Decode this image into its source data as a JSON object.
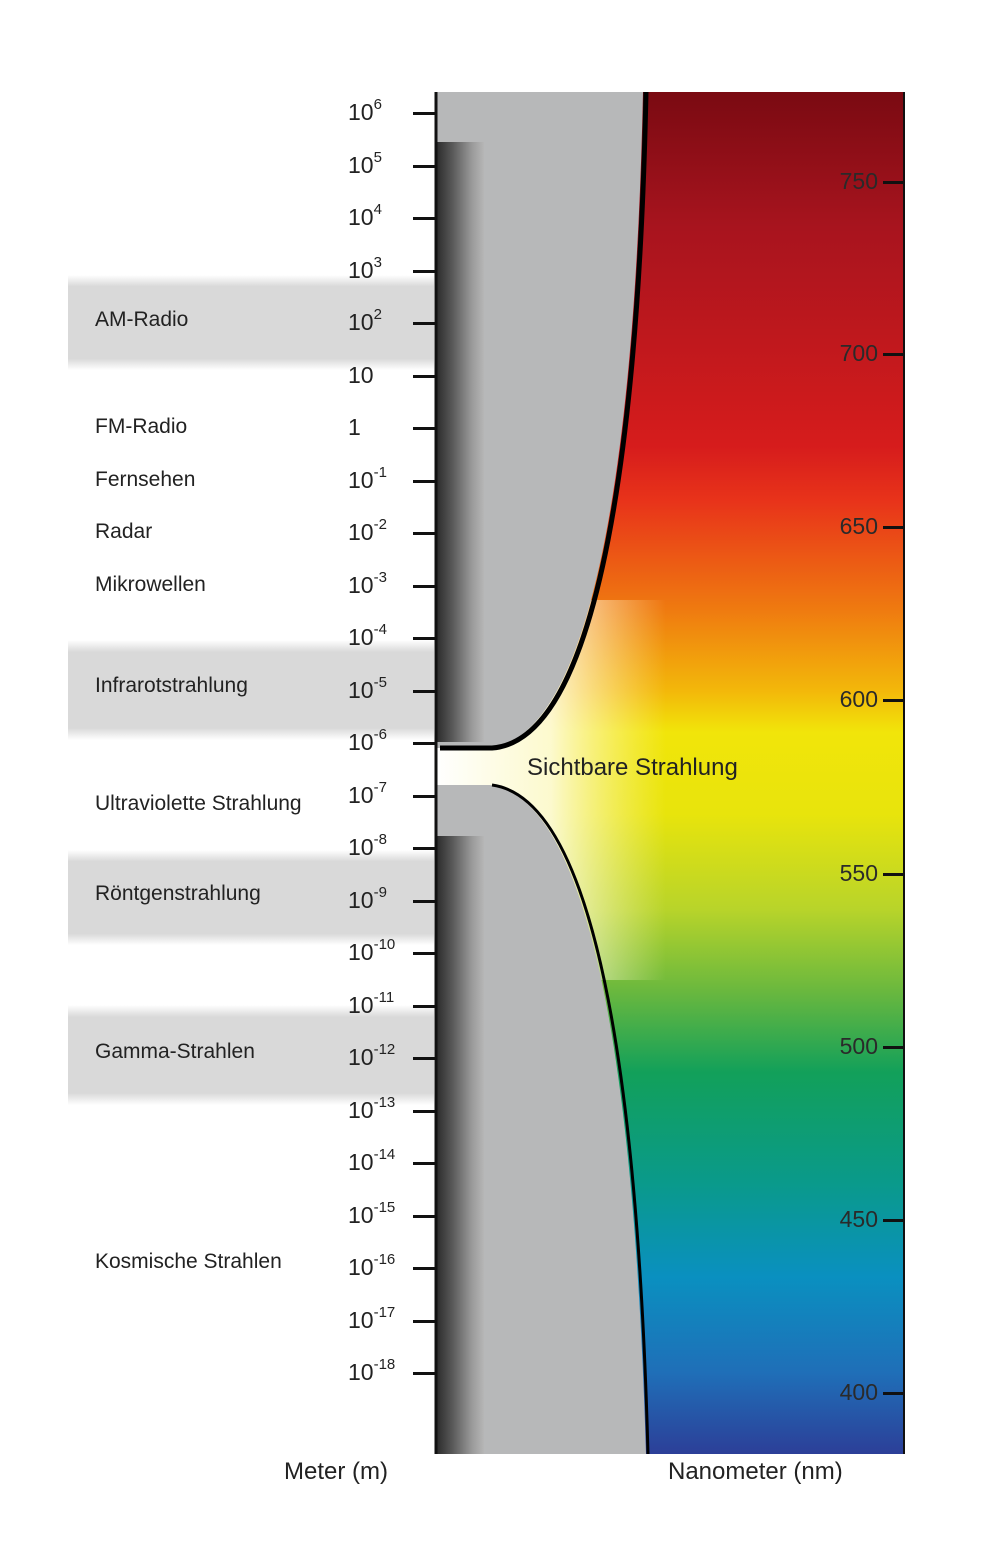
{
  "regions": [
    {
      "key": "am",
      "label": "AM-Radio",
      "band": true
    },
    {
      "key": "fm",
      "label": "FM-Radio",
      "band": false
    },
    {
      "key": "tv",
      "label": "Fernsehen",
      "band": false
    },
    {
      "key": "radar",
      "label": "Radar",
      "band": false
    },
    {
      "key": "micro",
      "label": "Mikrowellen",
      "band": false
    },
    {
      "key": "ir",
      "label": "Infrarotstrahlung",
      "band": true
    },
    {
      "key": "uv",
      "label": "Ultraviolette Strahlung",
      "band": false
    },
    {
      "key": "xray",
      "label": "Röntgenstrahlung",
      "band": true
    },
    {
      "key": "gamma",
      "label": "Gamma-Strahlen",
      "band": true
    },
    {
      "key": "cosmic",
      "label": "Kosmische Strahlen",
      "band": false
    }
  ],
  "meter_ticks": [
    {
      "base": "10",
      "exp": "6"
    },
    {
      "base": "10",
      "exp": "5"
    },
    {
      "base": "10",
      "exp": "4"
    },
    {
      "base": "10",
      "exp": "3"
    },
    {
      "base": "10",
      "exp": "2"
    },
    {
      "base": "10",
      "exp": ""
    },
    {
      "base": "1",
      "exp": ""
    },
    {
      "base": "10",
      "exp": "-1"
    },
    {
      "base": "10",
      "exp": "-2"
    },
    {
      "base": "10",
      "exp": "-3"
    },
    {
      "base": "10",
      "exp": "-4"
    },
    {
      "base": "10",
      "exp": "-5"
    },
    {
      "base": "10",
      "exp": "-6"
    },
    {
      "base": "10",
      "exp": "-7"
    },
    {
      "base": "10",
      "exp": "-8"
    },
    {
      "base": "10",
      "exp": "-9"
    },
    {
      "base": "10",
      "exp": "-10"
    },
    {
      "base": "10",
      "exp": "-11"
    },
    {
      "base": "10",
      "exp": "-12"
    },
    {
      "base": "10",
      "exp": "-13"
    },
    {
      "base": "10",
      "exp": "-14"
    },
    {
      "base": "10",
      "exp": "-15"
    },
    {
      "base": "10",
      "exp": "-16"
    },
    {
      "base": "10",
      "exp": "-17"
    },
    {
      "base": "10",
      "exp": "-18"
    }
  ],
  "nm_ticks": [
    "750",
    "700",
    "650",
    "600",
    "550",
    "500",
    "450",
    "400"
  ],
  "visible_label": "Sichtbare Strahlung",
  "axis_left_title": "Meter (m)",
  "axis_right_title": "Nanometer (nm)",
  "spectrum_colors": [
    "#7a0a12",
    "#a8141e",
    "#d61c1c",
    "#e8331a",
    "#ef7a10",
    "#f3b80a",
    "#f1e50a",
    "#d6e01a",
    "#8fc43a",
    "#2aa84a",
    "#0a9c6a",
    "#0a9a8a",
    "#0a90c0",
    "#1f6fb8",
    "#2c3f98"
  ]
}
